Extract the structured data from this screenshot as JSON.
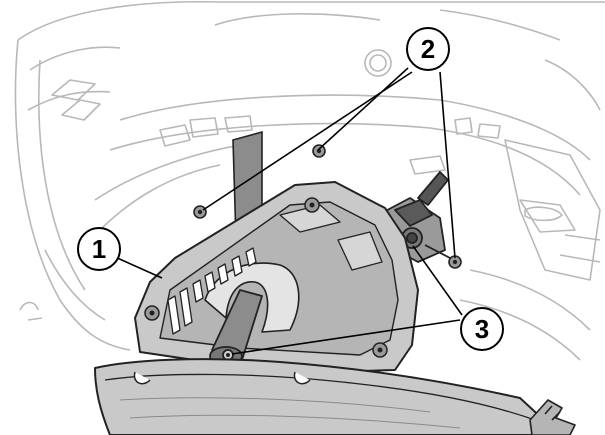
{
  "callouts": [
    {
      "number": "1"
    },
    {
      "number": "2"
    },
    {
      "number": "3"
    }
  ],
  "colors": {
    "outline": "#222222",
    "light_line": "#b8b8b8",
    "component_fill": "#c9c9c9",
    "component_dark": "#9a9a9a",
    "strap_fill": "#8c8c8c",
    "background": "#ffffff"
  }
}
